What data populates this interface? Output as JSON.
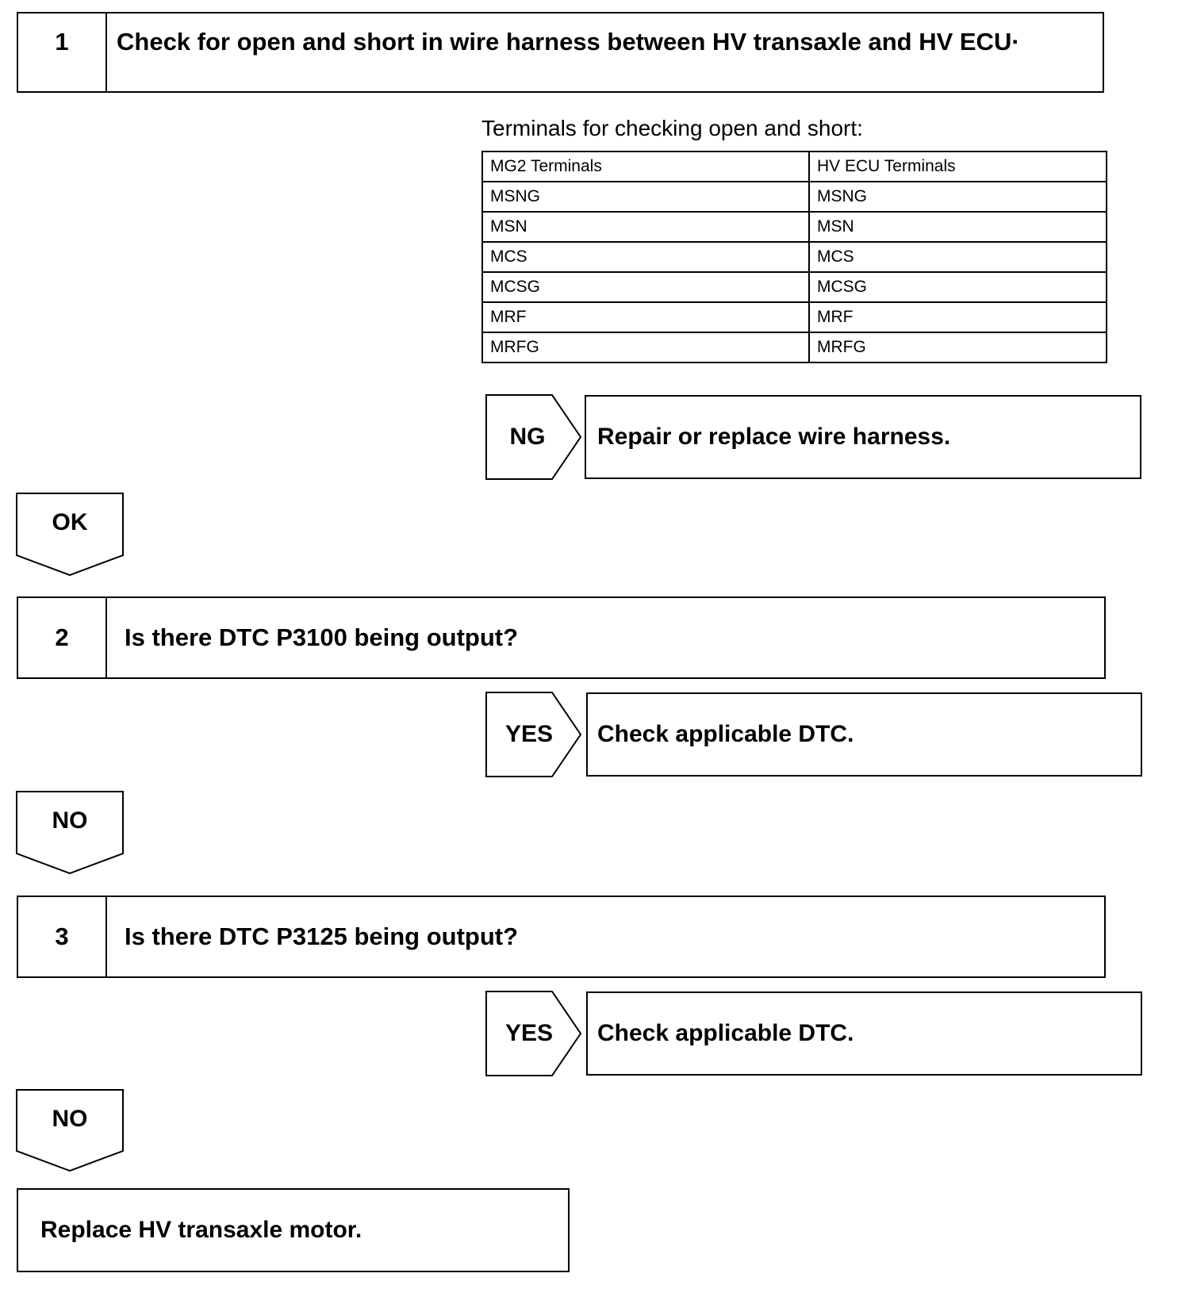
{
  "steps": [
    {
      "number": "1",
      "title": "Check for open and short in wire harness between HV transaxle and HV ECU·"
    },
    {
      "number": "2",
      "title": "Is there DTC P3100 being output?"
    },
    {
      "number": "3",
      "title": "Is there DTC P3125 being output?"
    }
  ],
  "terminals": {
    "caption": "Terminals for checking open and short:",
    "headers": [
      "MG2 Terminals",
      "HV ECU Terminals"
    ],
    "rows": [
      [
        "MSNG",
        "MSNG"
      ],
      [
        "MSN",
        "MSN"
      ],
      [
        "MCS",
        "MCS"
      ],
      [
        "MCSG",
        "MCSG"
      ],
      [
        "MRF",
        "MRF"
      ],
      [
        "MRFG",
        "MRFG"
      ]
    ]
  },
  "branches": [
    {
      "tag": "NG",
      "result": "Repair or replace wire harness."
    },
    {
      "tag": "YES",
      "result": "Check applicable DTC."
    },
    {
      "tag": "YES",
      "result": "Check applicable DTC."
    }
  ],
  "down_tags": [
    "OK",
    "NO",
    "NO"
  ],
  "final": {
    "text": "Replace HV transaxle motor."
  }
}
